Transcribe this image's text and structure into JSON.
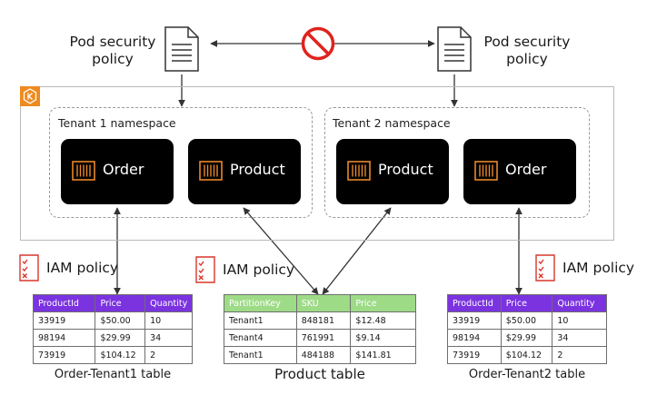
{
  "policies": {
    "left_label_line1": "Pod security",
    "left_label_line2": "policy",
    "right_label_line1": "Pod security",
    "right_label_line2": "policy"
  },
  "namespaces": [
    {
      "label": "Tenant 1 namespace",
      "services": [
        "Order",
        "Product"
      ]
    },
    {
      "label": "Tenant 2 namespace",
      "services": [
        "Product",
        "Order"
      ]
    }
  ],
  "iam": [
    "IAM policy",
    "IAM policy",
    "IAM policy"
  ],
  "tables": [
    {
      "caption": "Order-Tenant1 table",
      "headers": [
        "ProductId",
        "Price",
        "Quantity"
      ],
      "rows": [
        [
          "33919",
          "$50.00",
          "10"
        ],
        [
          "98194",
          "$29.99",
          "34"
        ],
        [
          "73919",
          "$104.12",
          "2"
        ]
      ]
    },
    {
      "caption": "Product table",
      "headers": [
        "PartitionKey",
        "SKU",
        "Price"
      ],
      "rows": [
        [
          "Tenant1",
          "848181",
          "$12.48"
        ],
        [
          "Tenant4",
          "761991",
          "$9.14"
        ],
        [
          "Tenant1",
          "484188",
          "$141.81"
        ]
      ]
    },
    {
      "caption": "Order-Tenant2 table",
      "headers": [
        "ProductId",
        "Price",
        "Quantity"
      ],
      "rows": [
        [
          "33919",
          "$50.00",
          "10"
        ],
        [
          "98194",
          "$29.99",
          "34"
        ],
        [
          "73919",
          "$104.12",
          "2"
        ]
      ]
    }
  ],
  "colors": {
    "eks_orange": "#ef8a1f",
    "container_orange": "#e8872a",
    "prohibited_red": "#e0231d",
    "purple_header": "#7b33e0",
    "green_header": "#9edb87",
    "iam_red": "#d9362b"
  }
}
